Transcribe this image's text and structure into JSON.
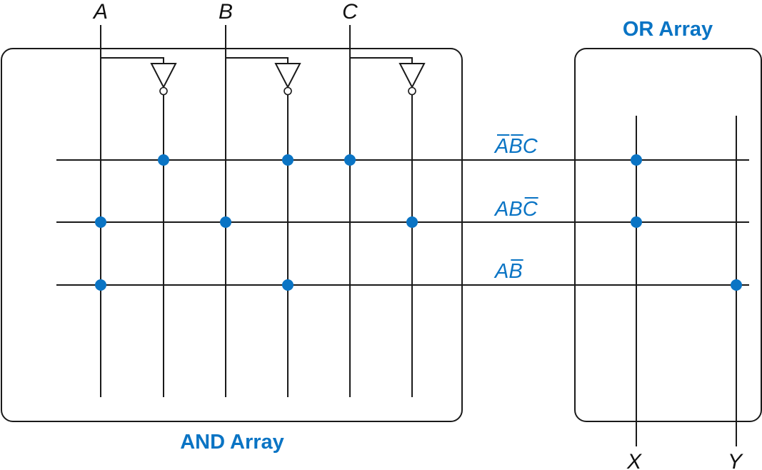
{
  "inputs": [
    {
      "label": "A"
    },
    {
      "label": "B"
    },
    {
      "label": "C"
    }
  ],
  "outputs": [
    {
      "label": "X"
    },
    {
      "label": "Y"
    }
  ],
  "and_array": {
    "title": "AND Array"
  },
  "or_array": {
    "title": "OR Array"
  },
  "product_terms": [
    {
      "letters": [
        {
          "char": "A",
          "bar": true
        },
        {
          "char": "B",
          "bar": true
        },
        {
          "char": "C",
          "bar": false
        }
      ],
      "literals": [
        "A'",
        "B'",
        "C"
      ],
      "outputs": [
        "X"
      ]
    },
    {
      "letters": [
        {
          "char": "A",
          "bar": false
        },
        {
          "char": "B",
          "bar": false
        },
        {
          "char": "C",
          "bar": true
        }
      ],
      "literals": [
        "A",
        "B",
        "C'"
      ],
      "outputs": [
        "X"
      ]
    },
    {
      "letters": [
        {
          "char": "A",
          "bar": false
        },
        {
          "char": "B",
          "bar": true
        }
      ],
      "literals": [
        "A",
        "B'"
      ],
      "outputs": [
        "Y"
      ]
    }
  ],
  "colors": {
    "connection": "#0a74c4",
    "wire": "#1a1a1a",
    "label": "#0a74c4"
  }
}
